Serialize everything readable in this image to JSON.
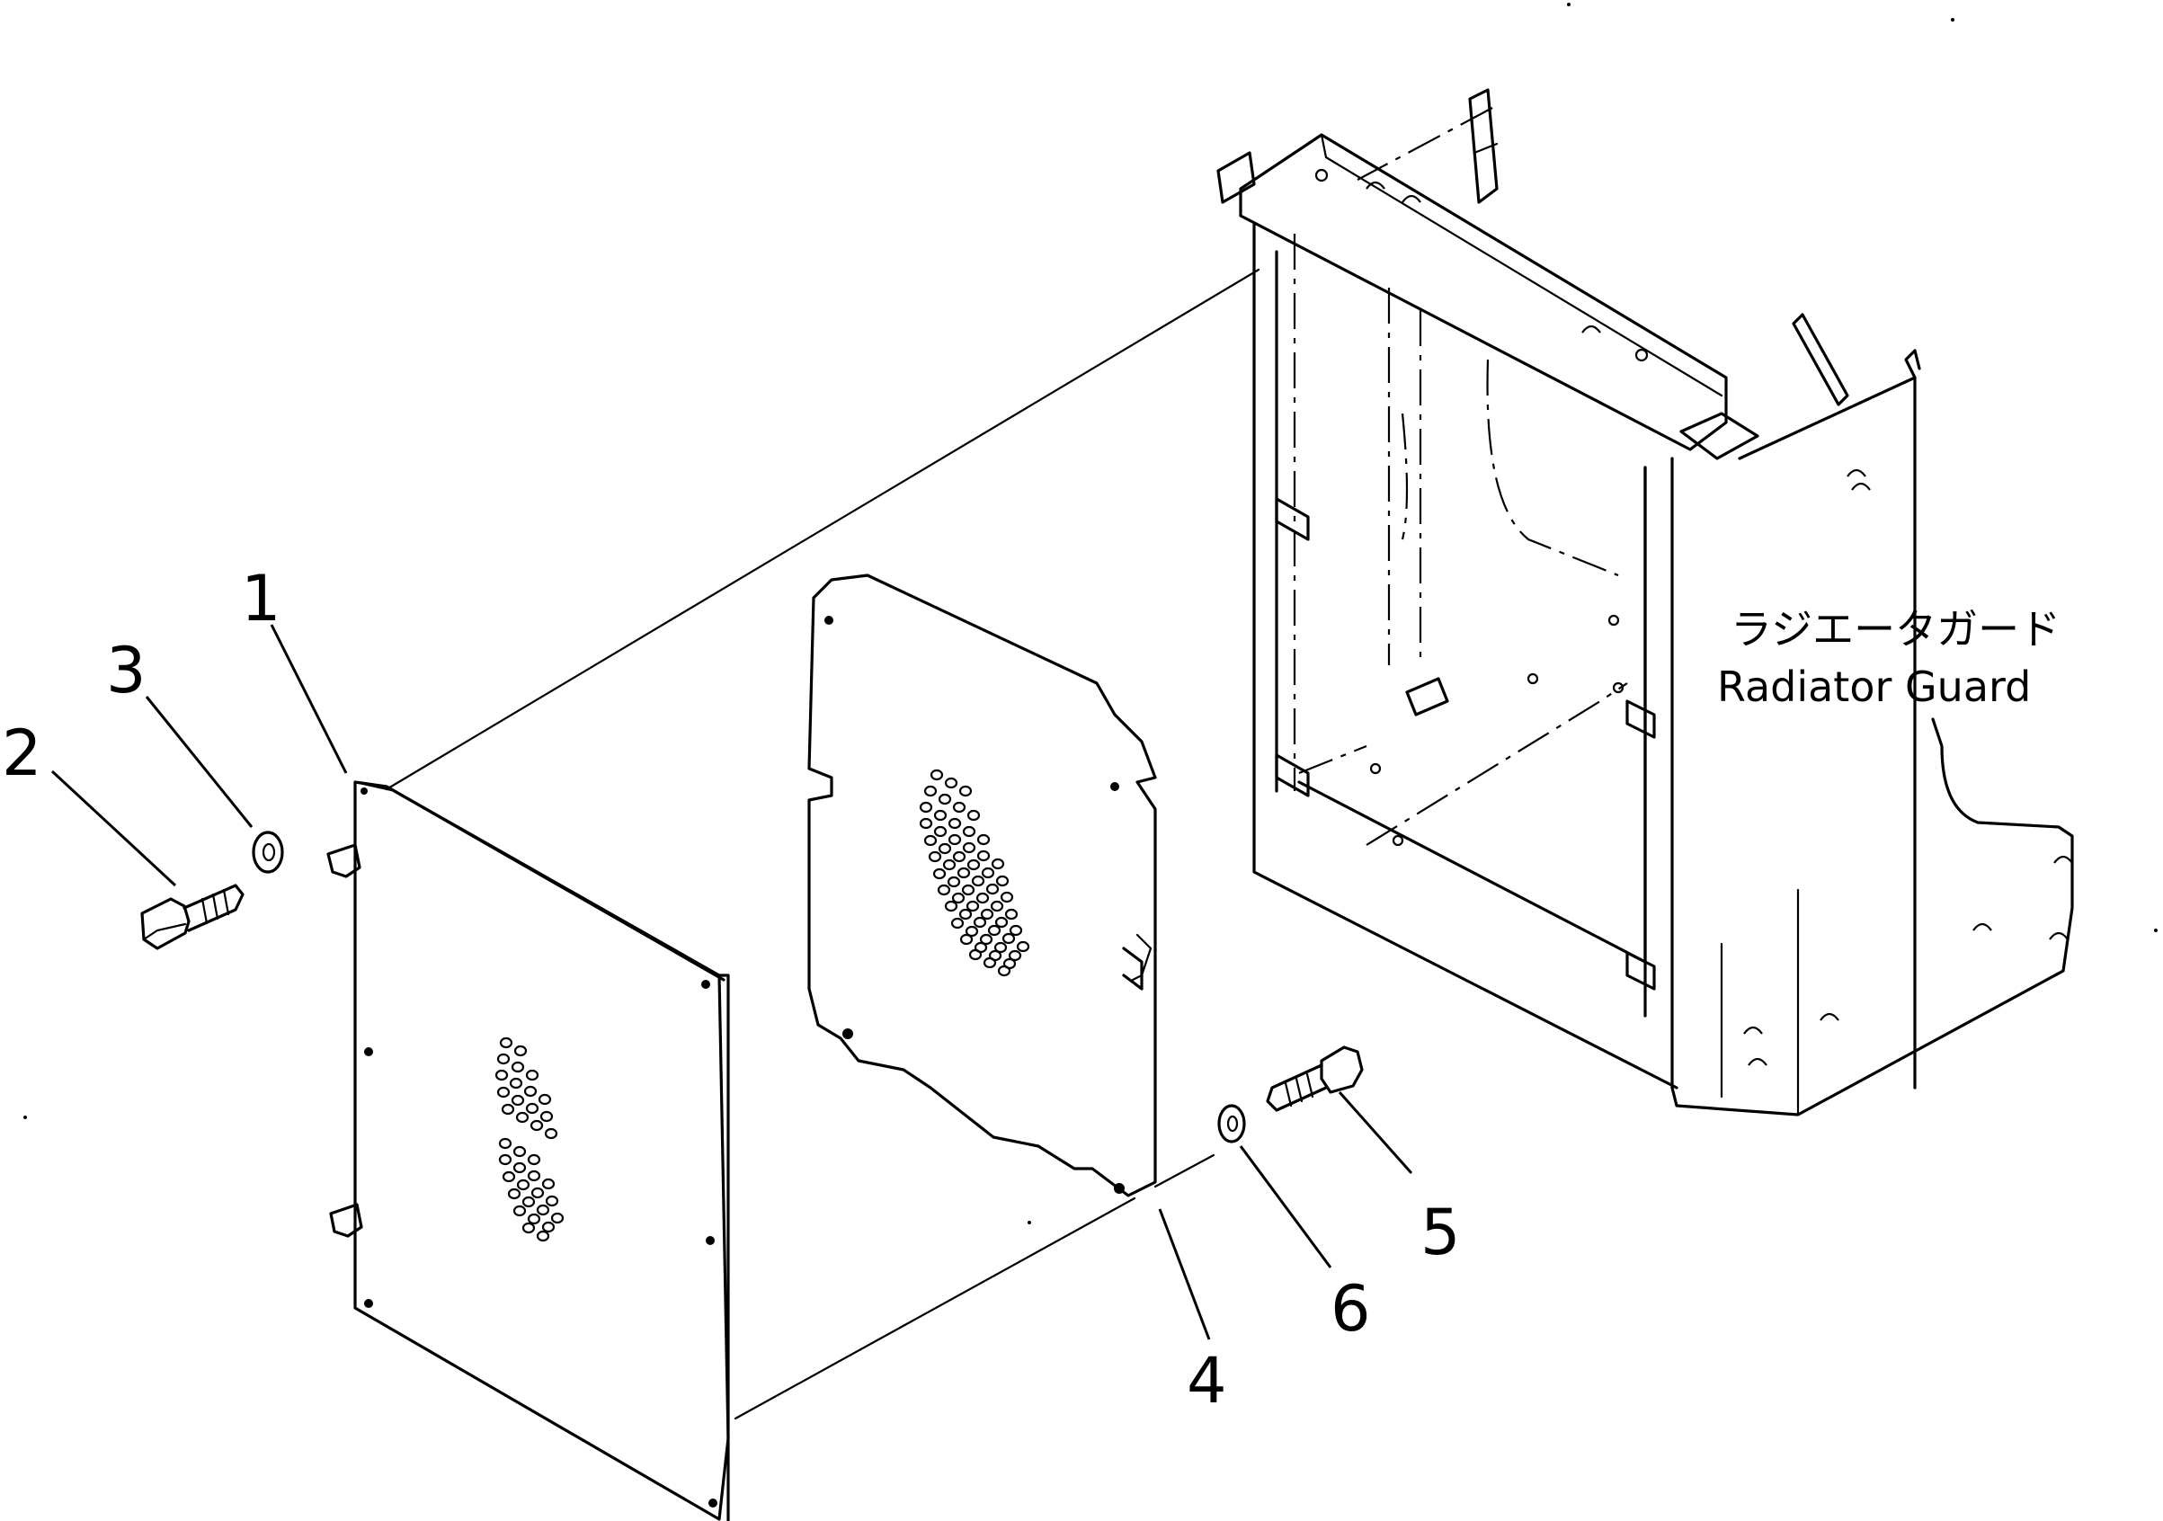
{
  "callouts": {
    "c1": "1",
    "c2": "2",
    "c3": "3",
    "c4": "4",
    "c5": "5",
    "c6": "6"
  },
  "labels": {
    "guard_jp": "ラジエータガード",
    "guard_en": "Radiator Guard"
  },
  "icons": [
    "bolt-icon",
    "washer-icon"
  ]
}
